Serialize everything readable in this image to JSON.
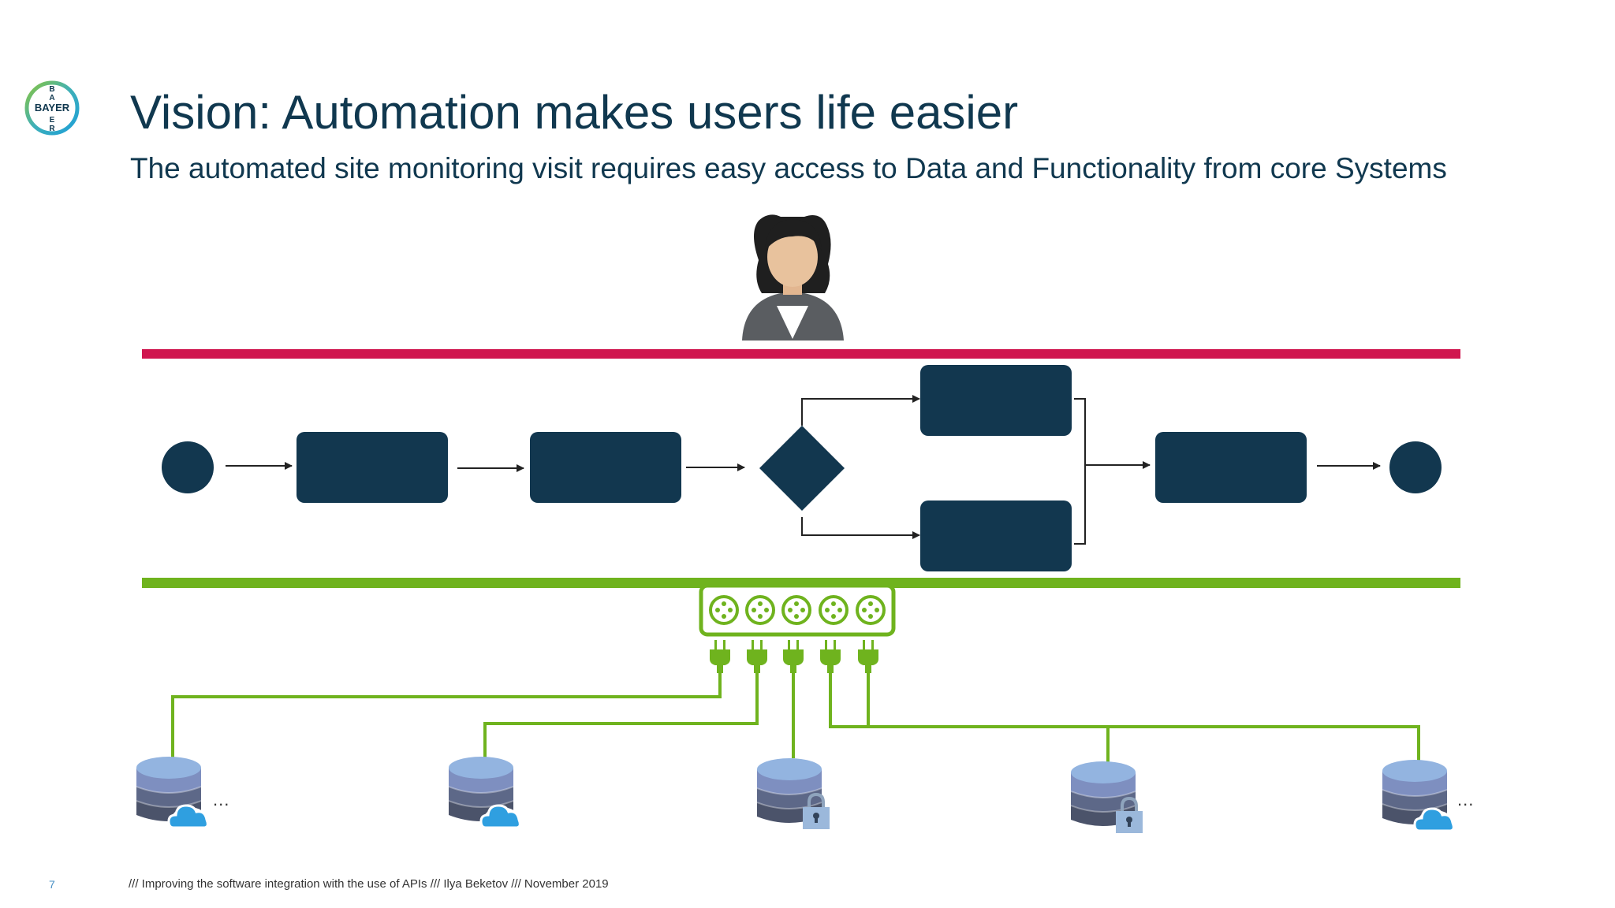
{
  "logo": {
    "text": "BAYER",
    "vertical": "BAYER"
  },
  "title": "Vision: Automation makes users life easier",
  "subtitle": "The automated site monitoring visit requires easy access to Data and Functionality from core Systems",
  "diagram": {
    "icons": [
      "user-icon",
      "power-strip-icon",
      "plug-icon",
      "database-icon",
      "cloud-icon",
      "lock-icon"
    ],
    "colors": {
      "process": "#12374f",
      "user_layer": "#d0164f",
      "api_layer": "#6fb31e",
      "db_top": "#93b4e0",
      "db_mid": "#7e8fc0",
      "db_dark": "#4b536a"
    },
    "ellipsis_left": "...",
    "ellipsis_right": "..."
  },
  "footer": {
    "page": "7",
    "text": "/// Improving the software integration with the use of APIs /// Ilya Beketov /// November 2019"
  }
}
